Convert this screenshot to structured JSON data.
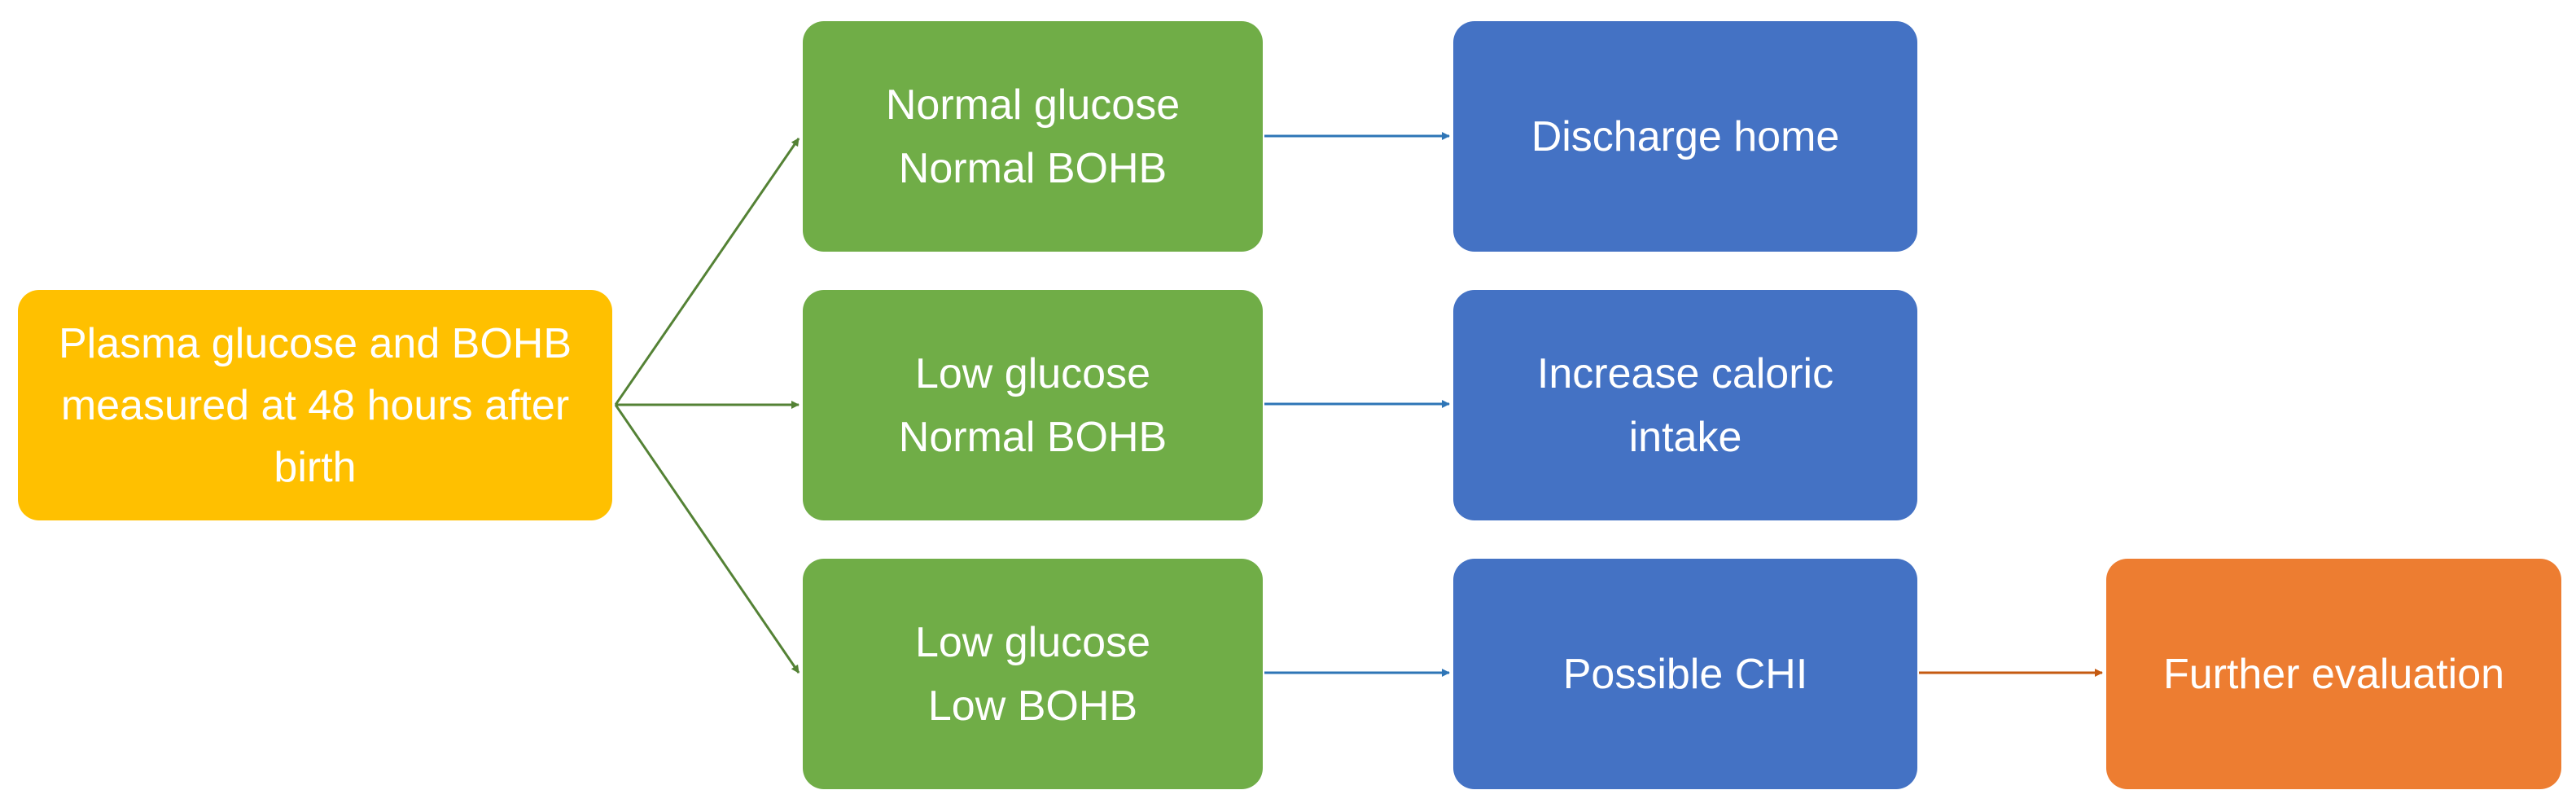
{
  "colors": {
    "start": "#ffc000",
    "condition": "#70ad47",
    "action": "#4472c4",
    "final": "#ed7d31",
    "arrow_start": "#548235",
    "arrow_action": "#2e75b6",
    "arrow_final": "#c55a11"
  },
  "start": {
    "lines": [
      "Plasma glucose and BOHB",
      "measured at 48 hours after",
      "birth"
    ]
  },
  "branches": [
    {
      "condition": [
        "Normal glucose",
        "Normal BOHB"
      ],
      "action": [
        "Discharge home"
      ]
    },
    {
      "condition": [
        "Low glucose",
        "Normal BOHB"
      ],
      "action": [
        "Increase caloric",
        "intake"
      ]
    },
    {
      "condition": [
        "Low glucose",
        "Low BOHB"
      ],
      "action": [
        "Possible CHI"
      ],
      "followup": [
        "Further evaluation"
      ]
    }
  ]
}
